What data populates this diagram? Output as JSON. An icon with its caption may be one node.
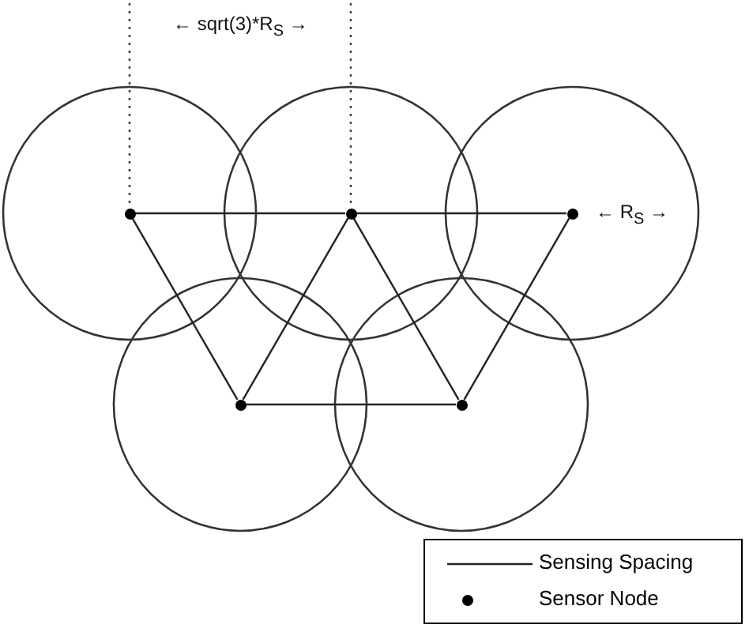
{
  "diagram": {
    "nodes": [
      {
        "text": [],
        "shape": "circle"
      },
      {
        "text": [],
        "shape": "circle"
      },
      {
        "text": [],
        "shape": "circle"
      },
      {
        "text": [],
        "shape": "circle"
      },
      {
        "text": [],
        "shape": "circle"
      }
    ],
    "edges": [
      {
        "from": 0,
        "to": 1,
        "arrow": "none"
      },
      {
        "from": 1,
        "to": 2,
        "arrow": "none"
      },
      {
        "from": 0,
        "to": 3,
        "arrow": "none"
      },
      {
        "from": 3,
        "to": 1,
        "arrow": "none"
      },
      {
        "from": 1,
        "to": 4,
        "arrow": "none"
      },
      {
        "from": 4,
        "to": 2,
        "arrow": "none"
      },
      {
        "from": 3,
        "to": 4,
        "arrow": "none"
      }
    ],
    "labels": [
      "← sqrt(3)*R$_{S}$ →",
      "← R$_{S}$ →"
    ],
    "legend": [
      {
        "text": "Sensing Spacing"
      },
      {
        "text": "Sensor Node"
      }
    ]
  }
}
